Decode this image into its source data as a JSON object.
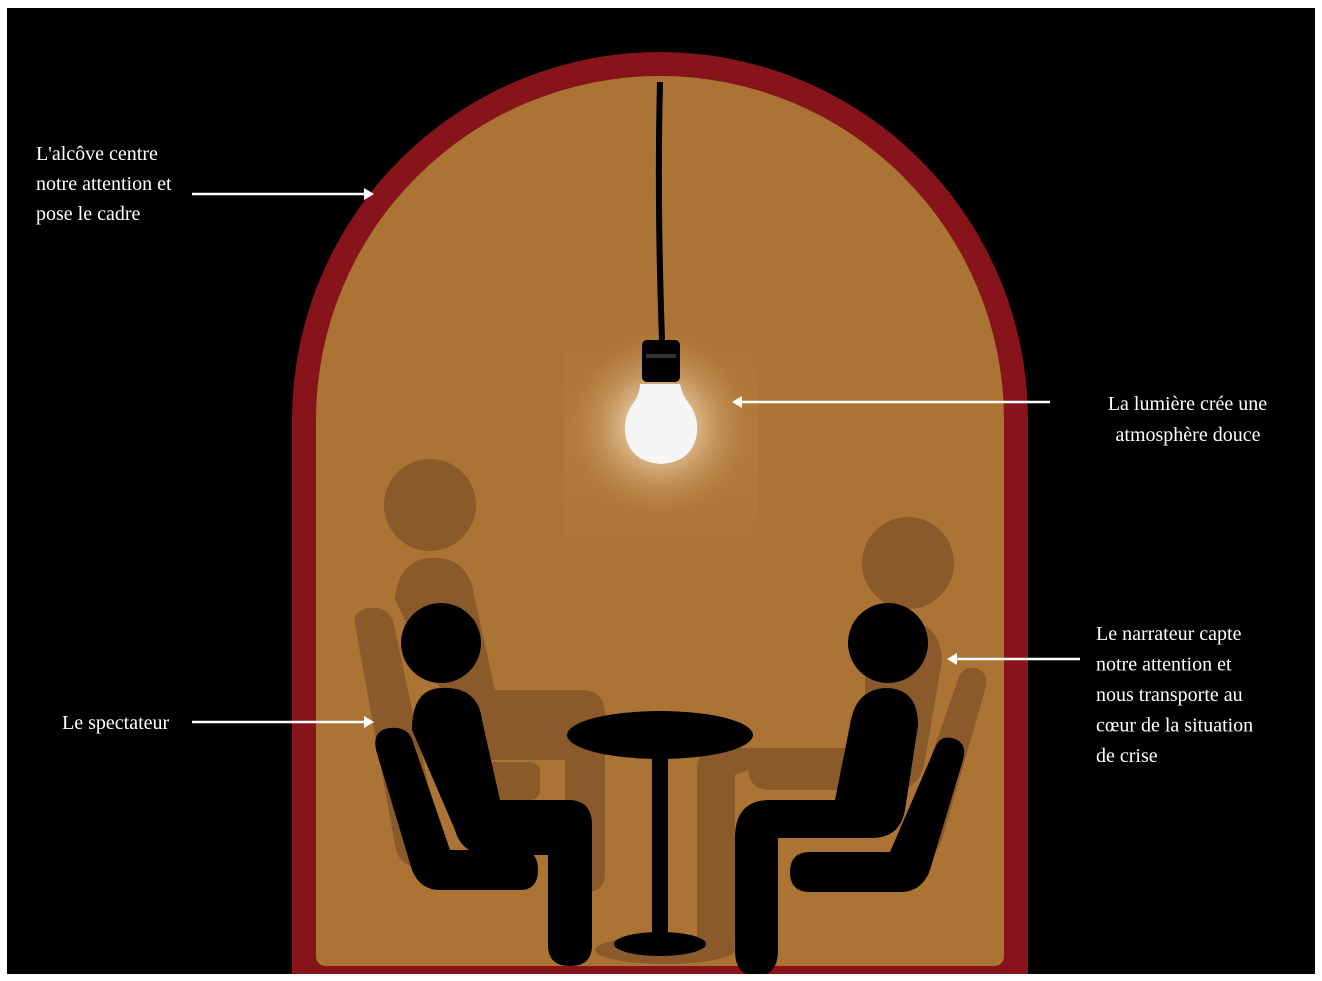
{
  "annotations": {
    "alcove": [
      "L'alcôve centre",
      "notre attention et",
      "pose le cadre"
    ],
    "light": [
      "La lumière crée une",
      "atmosphère douce"
    ],
    "spectator": [
      "Le spectateur"
    ],
    "narrator": [
      "Le narrateur capte",
      "notre attention et",
      "nous transporte au",
      "cœur de la situation",
      "de crise"
    ]
  },
  "colors": {
    "background": "#000000",
    "frame": "#87141b",
    "alcove_fill": "#ac7434",
    "shadow": "#8b5a2b",
    "figure": "#000000",
    "text": "#ffffff",
    "bulb": "#f5f5f5"
  }
}
